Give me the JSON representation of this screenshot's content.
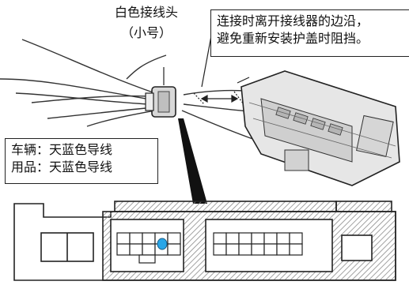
{
  "labels": {
    "connector_name": "白色接线头",
    "connector_size": "（小号）",
    "note_line_1": "连接时离开接线器的边沿，",
    "note_line_2": "避免重新安装护盖时阻挡。",
    "vehicle_wire": "车辆：天蓝色导线",
    "accessory_wire": "用品：天蓝色导线"
  },
  "colors": {
    "highlight_pin": "#29a6e8",
    "hatch": "#8a8a8a",
    "line": "#222222"
  }
}
